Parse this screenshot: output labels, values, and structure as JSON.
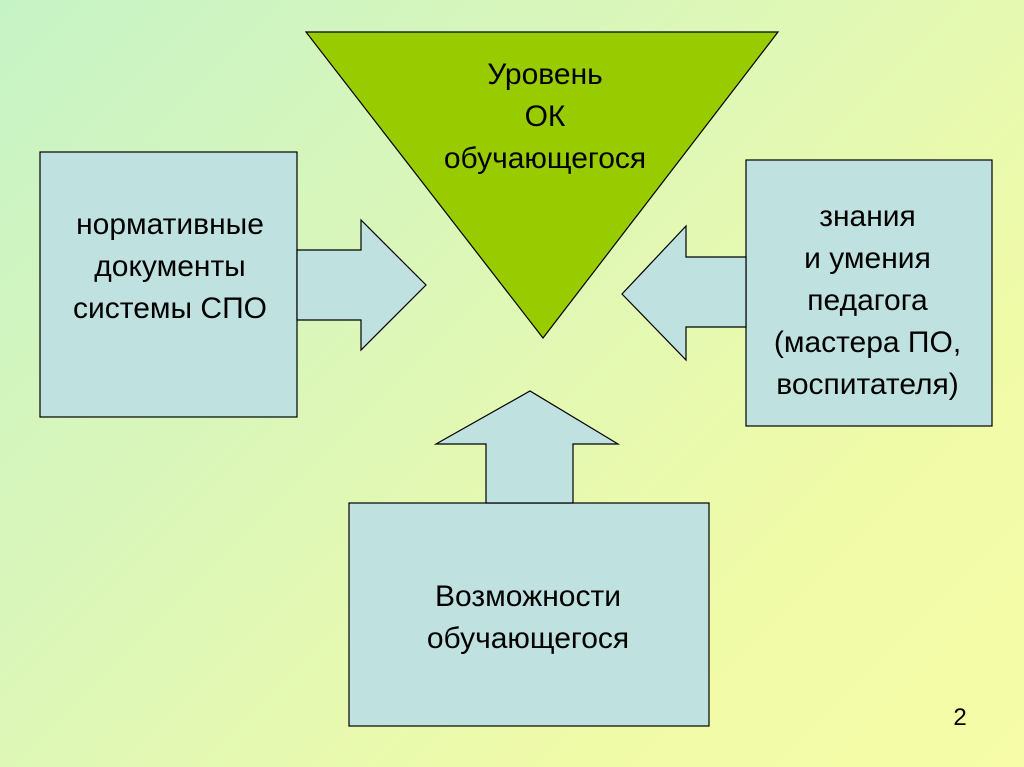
{
  "colors": {
    "box_fill": "#bfe1e0",
    "triangle_fill": "#99cc00",
    "stroke": "#000000"
  },
  "triangle": {
    "lines": [
      "Уровень",
      "ОК",
      "обучающегося"
    ]
  },
  "left_box": {
    "lines": [
      "нормативные",
      "документы",
      "системы СПО"
    ]
  },
  "right_box": {
    "lines": [
      "знания",
      "и умения",
      "педагога",
      "(мастера ПО,",
      "воспитателя)"
    ]
  },
  "bottom_box": {
    "lines": [
      "Возможности",
      "обучающегося"
    ]
  },
  "page_number": "2"
}
